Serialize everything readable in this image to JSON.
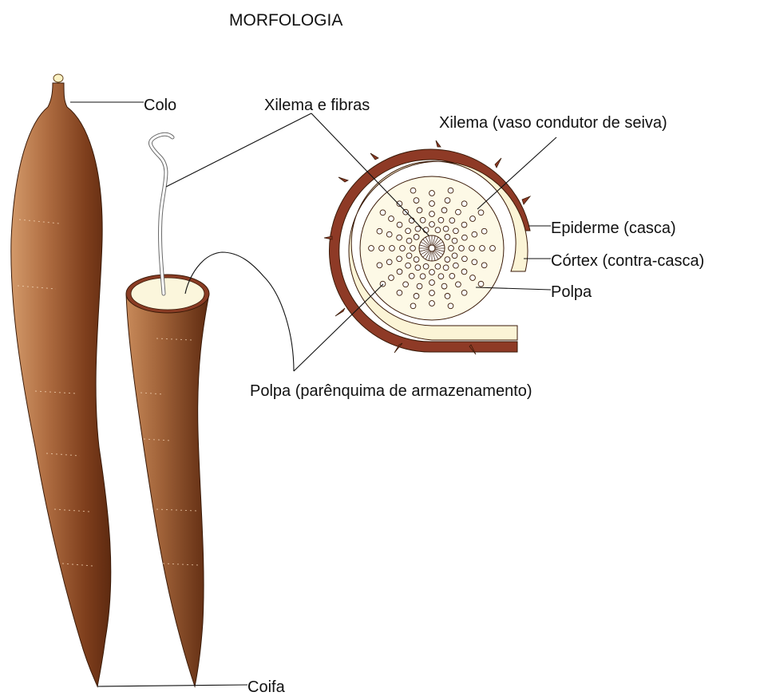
{
  "title": "MORFOLOGIA",
  "labels": {
    "colo": "Colo",
    "xilema_fibras": "Xilema e fibras",
    "xilema_vaso": "Xilema (vaso condutor de seiva)",
    "epiderme": "Epiderme (casca)",
    "cortex": "Córtex (contra-casca)",
    "polpa": "Polpa",
    "polpa_parenquima": "Polpa (parênquima de armazenamento)",
    "coifa": "Coifa"
  },
  "colors": {
    "root_light": "#c98a5a",
    "root_mid": "#8a4a24",
    "root_dark": "#6a3014",
    "peel": "#8e3a26",
    "cortex": "#fbf4d6",
    "flesh": "#fdf9e6",
    "vessel": "#ffffff"
  }
}
